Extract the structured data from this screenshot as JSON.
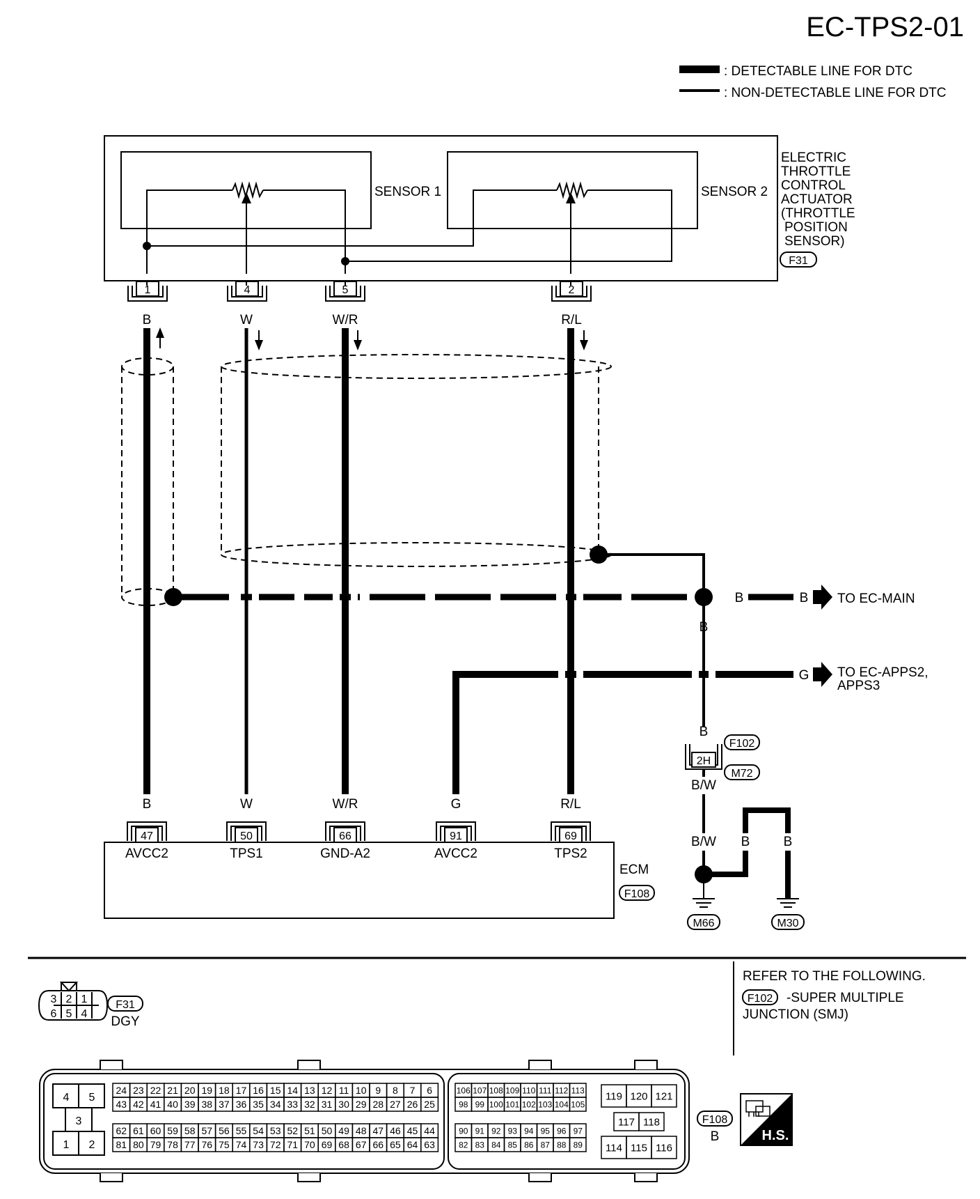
{
  "header": {
    "page_code": "EC-TPS2-01"
  },
  "legend": {
    "detectable": ": DETECTABLE LINE FOR DTC",
    "non_detectable": ": NON-DETECTABLE LINE FOR DTC"
  },
  "actuator": {
    "name_lines": [
      "ELECTRIC",
      "THROTTLE",
      "CONTROL",
      "ACTUATOR",
      "(THROTTLE",
      "POSITION",
      "SENSOR)"
    ],
    "connector": "F31",
    "sensor1": "SENSOR 1",
    "sensor2": "SENSOR 2",
    "pins": [
      "1",
      "4",
      "5",
      "2"
    ],
    "wire_colors": [
      "B",
      "W",
      "W/R",
      "R/L"
    ]
  },
  "ecm": {
    "name": "ECM",
    "connector": "F108",
    "pins": [
      "47",
      "50",
      "66",
      "91",
      "69"
    ],
    "wire_colors": [
      "B",
      "W",
      "W/R",
      "G",
      "R/L"
    ],
    "terminal_names": [
      "AVCC2",
      "TPS1",
      "GND-A2",
      "AVCC2",
      "TPS2"
    ]
  },
  "ground_branch": {
    "wire_b": "B",
    "to_main_color": "B",
    "to_main": "TO EC-MAIN",
    "vertical_b": "B",
    "to_apps_color": "G",
    "to_apps_lines": [
      "TO EC-APPS2,",
      "APPS3"
    ],
    "junction_top_color": "B",
    "junction_pin": "2H",
    "junction_connectors": [
      "F102",
      "M72"
    ],
    "bw_upper": "B/W",
    "bw_lower": "B/W",
    "b_left": "B",
    "b_right": "B",
    "grounds": [
      "M66",
      "M30"
    ]
  },
  "connector_views": {
    "f31": {
      "id": "F31",
      "color": "DGY",
      "top_row": [
        "3",
        "2",
        "1"
      ],
      "bottom_row": [
        "6",
        "5",
        "4"
      ]
    },
    "ecm": {
      "id": "F108",
      "color": "B",
      "left_pins": [
        "4",
        "5",
        "3",
        "1",
        "2"
      ],
      "row1": [
        "24",
        "23",
        "22",
        "21",
        "20",
        "19",
        "18",
        "17",
        "16",
        "15",
        "14",
        "13",
        "12",
        "11",
        "10",
        "9",
        "8",
        "7",
        "6"
      ],
      "row2": [
        "43",
        "42",
        "41",
        "40",
        "39",
        "38",
        "37",
        "36",
        "35",
        "34",
        "33",
        "32",
        "31",
        "30",
        "29",
        "28",
        "27",
        "26",
        "25"
      ],
      "row3": [
        "62",
        "61",
        "60",
        "59",
        "58",
        "57",
        "56",
        "55",
        "54",
        "53",
        "52",
        "51",
        "50",
        "49",
        "48",
        "47",
        "46",
        "45",
        "44"
      ],
      "row4": [
        "81",
        "80",
        "79",
        "78",
        "77",
        "76",
        "75",
        "74",
        "73",
        "72",
        "71",
        "70",
        "69",
        "68",
        "67",
        "66",
        "65",
        "64",
        "63"
      ],
      "mid_row1": [
        "106",
        "107",
        "108",
        "109",
        "110",
        "111",
        "112",
        "113"
      ],
      "mid_row2": [
        "98",
        "99",
        "100",
        "101",
        "102",
        "103",
        "104",
        "105"
      ],
      "mid_row3": [
        "90",
        "91",
        "92",
        "93",
        "94",
        "95",
        "96",
        "97"
      ],
      "mid_row4": [
        "82",
        "83",
        "84",
        "85",
        "86",
        "87",
        "88",
        "89"
      ],
      "right_top": [
        "119",
        "120",
        "121"
      ],
      "right_mid": [
        "117",
        "118"
      ],
      "right_bot": [
        "114",
        "115",
        "116"
      ]
    }
  },
  "refer": {
    "heading": "REFER TO THE FOLLOWING.",
    "connector": "F102",
    "item_lines": [
      "-SUPER MULTIPLE",
      "JUNCTION (SMJ)"
    ]
  },
  "hs_badge": "H.S."
}
